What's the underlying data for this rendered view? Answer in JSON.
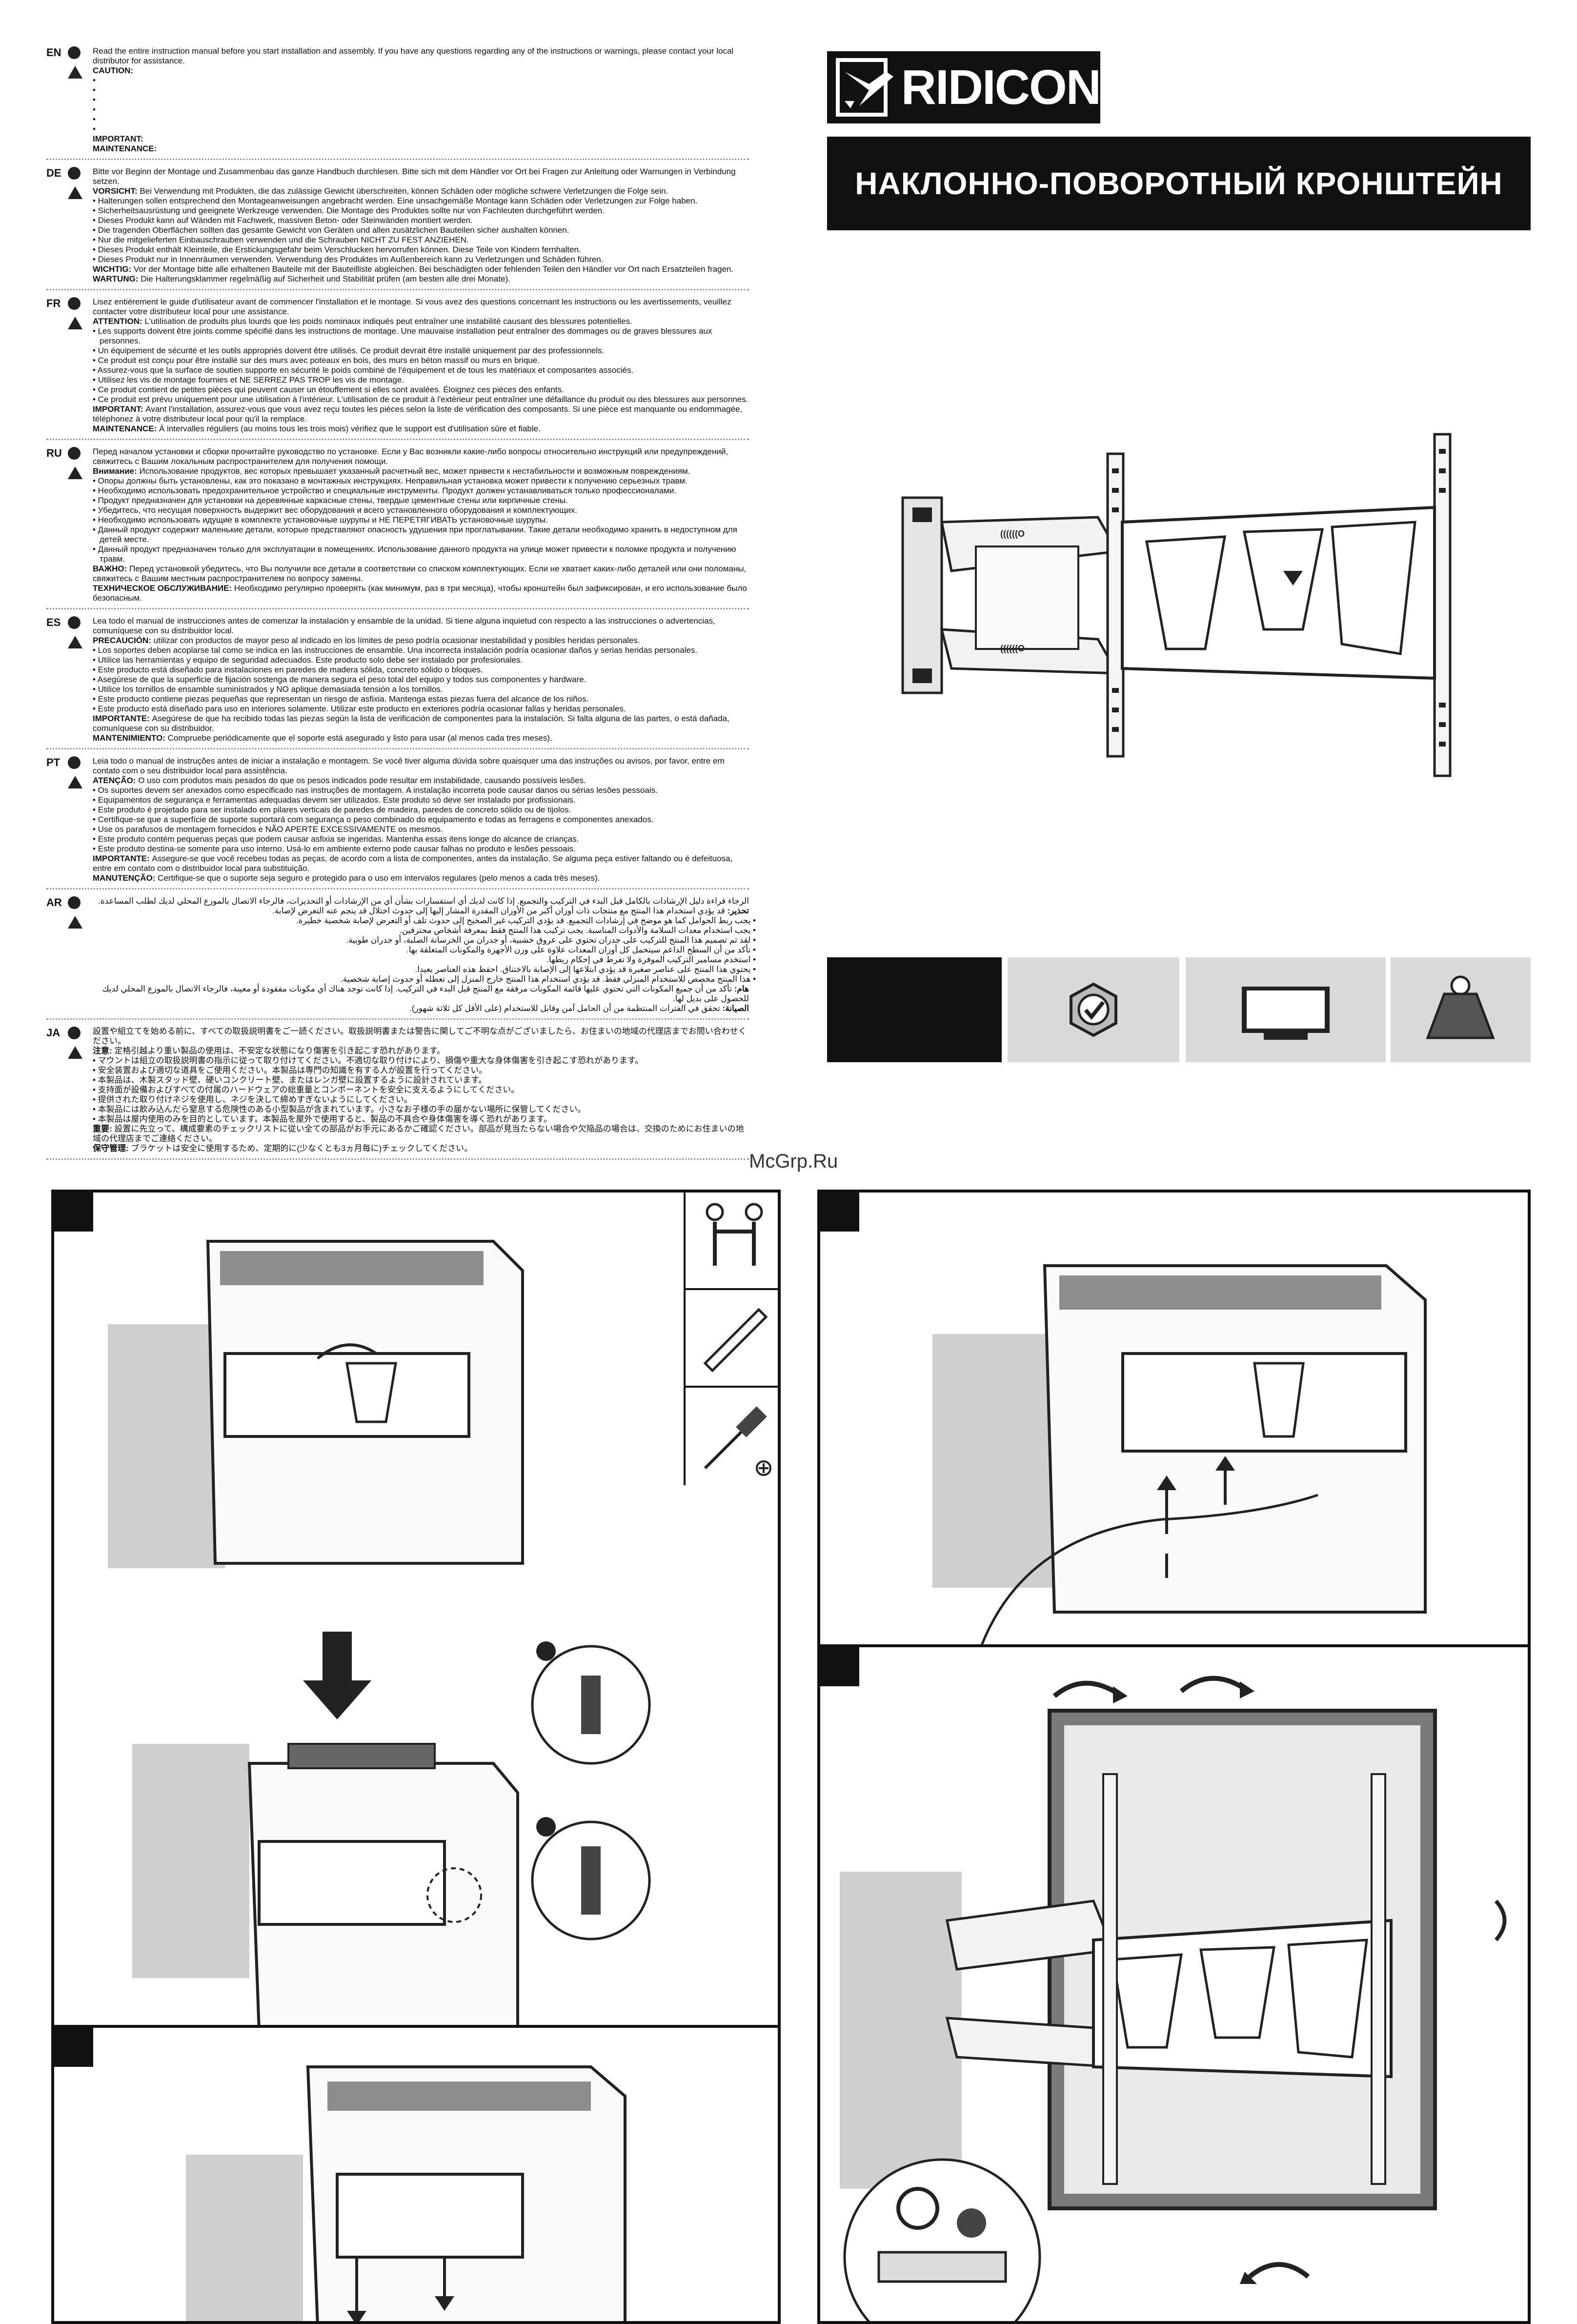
{
  "logo": {
    "text": "RIDICON"
  },
  "title": "НАКЛОННО-ПОВОРОТНЫЙ КРОНШТЕЙН",
  "watermark": "McGrp.Ru",
  "sections": [
    {
      "code": "EN",
      "paragraphs": [
        {
          "type": "p",
          "text": "Read the entire instruction manual before you start installation and assembly. If you have any questions regarding any of the instructions or warnings, please contact your local distributor for assistance."
        },
        {
          "type": "p",
          "label": "CAUTION:",
          "text": ""
        },
        {
          "type": "b",
          "text": "•"
        },
        {
          "type": "b",
          "text": "•"
        },
        {
          "type": "b",
          "text": "•"
        },
        {
          "type": "b",
          "text": "•"
        },
        {
          "type": "b",
          "text": "•"
        },
        {
          "type": "b",
          "text": "•"
        },
        {
          "type": "p",
          "label": "IMPORTANT:",
          "text": ""
        },
        {
          "type": "p",
          "label": "MAINTENANCE:",
          "text": ""
        }
      ]
    },
    {
      "code": "DE",
      "paragraphs": [
        {
          "type": "p",
          "text": "Bitte vor Beginn der Montage und Zusammenbau das ganze Handbuch durchlesen. Bitte sich mit dem Händler vor Ort bei Fragen zur Anleitung oder Warnungen in Verbindung setzen."
        },
        {
          "type": "p",
          "label": "VORSICHT:",
          "text": "Bei Verwendung mit Produkten, die das zulässige Gewicht überschreiten, können Schäden oder mögliche schwere Verletzungen die Folge sein."
        },
        {
          "type": "b",
          "text": "• Halterungen sollen entsprechend den Montageanweisungen angebracht werden. Eine unsachgemäße Montage kann Schäden oder Verletzungen zur Folge haben."
        },
        {
          "type": "b",
          "text": "• Sicherheitsausrüstung und geeignete Werkzeuge verwenden. Die Montage des Produktes sollte nur von Fachleuten durchgeführt werden."
        },
        {
          "type": "b",
          "text": "• Dieses Produkt kann auf Wänden mit Fachwerk, massiven Beton- oder Steinwänden montiert werden."
        },
        {
          "type": "b",
          "text": "• Die tragenden Oberflächen sollten das gesamte Gewicht von Geräten und allen zusätzlichen Bauteilen sicher aushalten können."
        },
        {
          "type": "b",
          "text": "• Nur die mitgelieferten Einbauschrauben verwenden und die Schrauben NICHT ZU FEST ANZIEHEN."
        },
        {
          "type": "b",
          "text": "• Dieses Produkt enthält Kleinteile, die Erstickungsgefahr beim Verschlucken hervorrufen können. Diese Teile von Kindern fernhalten."
        },
        {
          "type": "b",
          "text": "• Dieses Produkt nur in Innenräumen verwenden. Verwendung des Produktes im Außenbereich kann zu Verletzungen und Schäden führen."
        },
        {
          "type": "p",
          "label": "WICHTIG:",
          "text": "Vor der Montage bitte alle erhaltenen Bauteile mit der Bauteilliste abgleichen. Bei beschädigten oder fehlenden Teilen den Händler vor Ort nach Ersatzteilen fragen."
        },
        {
          "type": "p",
          "label": "WARTUNG:",
          "text": "Die Halterungsklammer regelmäßig auf Sicherheit und Stabilität prüfen (am besten alle drei Monate)."
        }
      ]
    },
    {
      "code": "FR",
      "paragraphs": [
        {
          "type": "p",
          "text": "Lisez entièrement le guide d'utilisateur avant de commencer l'installation et le montage. Si vous avez des questions concernant les instructions ou les avertissements, veuillez contacter votre distributeur local pour une assistance."
        },
        {
          "type": "p",
          "label": "ATTENTION:",
          "text": "L'utilisation de produits plus lourds que les poids nominaux indiqués peut entraîner une instabilité causant des blessures potentielles."
        },
        {
          "type": "b",
          "text": "• Les supports doivent être joints comme spécifié dans les instructions de montage. Une mauvaise installation peut entraîner des dommages ou de graves blessures aux personnes."
        },
        {
          "type": "b",
          "text": "• Un équipement de sécurité et les outils appropriés doivent être utilisés. Ce produit devrait être installé uniquement par des professionnels."
        },
        {
          "type": "b",
          "text": "• Ce produit est conçu pour être installé sur des murs avec poteaux en bois, des murs en béton massif ou murs en brique."
        },
        {
          "type": "b",
          "text": "• Assurez-vous que la surface de soutien supporte en sécurité le poids combiné de l'équipement et de tous les matériaux et composantes associés."
        },
        {
          "type": "b",
          "text": "• Utilisez les vis de montage fournies et NE SERREZ PAS TROP les vis de montage."
        },
        {
          "type": "b",
          "text": "• Ce produit contient de petites pièces qui peuvent causer un étouffement si elles sont avalées. Éloignez ces pièces des enfants."
        },
        {
          "type": "b",
          "text": "• Ce produit est prévu uniquement pour une utilisation à l'intérieur. L'utilisation de ce produit à l'extérieur peut entraîner une défaillance du produit ou des blessures aux personnes."
        },
        {
          "type": "p",
          "label": "IMPORTANT:",
          "text": "Avant l'installation, assurez-vous que vous avez reçu toutes les pièces selon la liste de vérification des composants. Si une pièce est manquante ou endommagée, téléphonez à votre distributeur local pour qu'il la remplace."
        },
        {
          "type": "p",
          "label": "MAINTENANCE:",
          "text": "À intervalles réguliers (au moins tous les trois mois) vérifiez que le support est d'utilisation sûre et fiable."
        }
      ]
    },
    {
      "code": "RU",
      "paragraphs": [
        {
          "type": "p",
          "text": "Перед началом установки и сборки прочитайте руководство по установке. Если у Вас возникли какие-либо вопросы относительно инструкций или предупреждений, свяжитесь с Вашим локальным распространителем для получения помощи."
        },
        {
          "type": "p",
          "label": "Внимание:",
          "text": "Использование продуктов, вес которых превышает указанный расчетный вес, может привести к нестабильности и возможным повреждениям."
        },
        {
          "type": "b",
          "text": "• Опоры должны быть установлены, как это показано в монтажных инструкциях. Неправильная установка может привести к получению серьезных травм."
        },
        {
          "type": "b",
          "text": "• Необходимо использовать предохранительное устройство и специальные инструменты. Продукт должен устанавливаться только профессионалами."
        },
        {
          "type": "b",
          "text": "• Продукт предназначен для установки на деревянные каркасные стены, твердые цементные стены или кирпичные стены."
        },
        {
          "type": "b",
          "text": "• Убедитесь, что несущая поверхность выдержит вес оборудования и всего установленного оборудования и комплектующих."
        },
        {
          "type": "b",
          "text": "• Необходимо использовать идущие в комплекте установочные шурупы и НЕ ПЕРЕТЯГИВАТЬ установочные шурупы."
        },
        {
          "type": "b",
          "text": "• Данный продукт содержит маленькие детали, которые представляют опасность удушения при проглатывании. Такие детали необходимо хранить в недоступном для детей месте."
        },
        {
          "type": "b",
          "text": "• Данный продукт предназначен только для эксплуатации в помещениях. Использование данного продукта на улице может привести к поломке продукта и получению травм."
        },
        {
          "type": "p",
          "label": "ВАЖНО:",
          "text": "Перед установкой убедитесь, что Вы получили все детали в соответствии со списком комплектующих. Если не хватает каких-либо деталей или они поломаны, свяжитесь с Вашим местным распространителем по вопросу замены."
        },
        {
          "type": "p",
          "label": "ТЕХНИЧЕСКОЕ ОБСЛУЖИВАНИЕ:",
          "text": "Необходимо регулярно проверять (как минимум, раз в три месяца), чтобы кронштейн был зафиксирован, и его использование было безопасным."
        }
      ]
    },
    {
      "code": "ES",
      "paragraphs": [
        {
          "type": "p",
          "text": "Lea todo el manual de instrucciones antes de comenzar la instalación y ensamble de la unidad. Si tiene alguna inquietud con respecto a las instrucciones o advertencias, comuníquese con su distribuidor local."
        },
        {
          "type": "p",
          "label": "PRECAUCIÓN:",
          "text": "utilizar con productos de mayor peso al indicado en los límites de peso podría ocasionar inestabilidad y posibles heridas personales."
        },
        {
          "type": "b",
          "text": "• Los soportes deben acoplarse tal como se indica en las instrucciones de ensamble. Una incorrecta instalación podría ocasionar daños y serias heridas personales."
        },
        {
          "type": "b",
          "text": "• Utilice las herramientas y equipo de seguridad adecuados. Este producto solo debe ser instalado por profesionales."
        },
        {
          "type": "b",
          "text": "• Este producto está diseñado para instalaciones en paredes de madera sólida, concreto sólido o bloques."
        },
        {
          "type": "b",
          "text": "• Asegúrese de que la superficie de fijación sostenga de manera segura el peso total del equipo y todos sus componentes y hardware."
        },
        {
          "type": "b",
          "text": "• Utilice los tornillos de ensamble suministrados y NO aplique demasiada tensión a los tornillos."
        },
        {
          "type": "b",
          "text": "• Este producto contiene piezas pequeñas que representan un riesgo de asfixia. Mantenga estas piezas fuera del alcance de los niños."
        },
        {
          "type": "b",
          "text": "• Este producto está diseñado para uso en interiores solamente. Utilizar este producto en exteriores podría ocasionar fallas y heridas personales."
        },
        {
          "type": "p",
          "label": "IMPORTANTE:",
          "text": "Asegúrese de que ha recibido todas las piezas según la lista de verificación de componentes para la instalación. Si falta alguna de las partes, o está dañada, comuníquese con su distribuidor."
        },
        {
          "type": "p",
          "label": "MANTENIMIENTO:",
          "text": "Compruebe periódicamente que el soporte está asegurado y listo para usar (al menos cada tres meses)."
        }
      ]
    },
    {
      "code": "PT",
      "paragraphs": [
        {
          "type": "p",
          "text": "Leia todo o manual de instruções antes de iniciar a instalação e montagem. Se você tiver alguma dúvida sobre quaisquer uma das instruções ou avisos, por favor, entre em contato com o seu distribuidor local para assistência."
        },
        {
          "type": "p",
          "label": "ATENÇÃO:",
          "text": "O uso com produtos mais pesados do que os pesos indicados pode resultar em instabilidade, causando possíveis lesões."
        },
        {
          "type": "b",
          "text": "• Os suportes devem ser anexados como especificado nas instruções de montagem. A instalação incorreta pode causar danos ou sérias lesões pessoais."
        },
        {
          "type": "b",
          "text": "• Equipamentos de segurança e ferramentas adequadas devem ser utilizados. Este produto só deve ser instalado por profissionais."
        },
        {
          "type": "b",
          "text": "• Este produto é projetado para ser instalado em pilares verticais de paredes de madeira, paredes de concreto sólido ou de tijolos."
        },
        {
          "type": "b",
          "text": "• Certifique-se que a superfície de suporte suportará com segurança o peso combinado do equipamento e todas as ferragens e componentes anexados."
        },
        {
          "type": "b",
          "text": "• Use os parafusos de montagem fornecidos e NÃO APERTE EXCESSIVAMENTE os mesmos."
        },
        {
          "type": "b",
          "text": "• Este produto contém pequenas peças que podem causar asfixia se ingeridas. Mantenha essas itens longe do alcance de crianças."
        },
        {
          "type": "b",
          "text": "• Este produto destina-se somente para uso interno. Usá-lo em ambiente externo pode causar falhas no produto e lesões pessoais."
        },
        {
          "type": "p",
          "label": "IMPORTANTE:",
          "text": "Assegure-se que você recebeu todas as peças, de acordo com a lista de componentes, antes da instalação. Se alguma peça estiver faltando ou é defeituosa, entre em contato com o distribuidor local para substituição."
        },
        {
          "type": "p",
          "label": "MANUTENÇÃO:",
          "text": "Certifique-se que o suporte seja seguro e protegido para o uso em intervalos regulares (pelo menos a cada três meses)."
        }
      ]
    },
    {
      "code": "AR",
      "paragraphs": [
        {
          "type": "p",
          "text": "الرجاء قراءة دليل الإرشادات بالكامل قبل البدء في التركيب والتجميع. إذا كانت لديك أي استفسارات بشأن أي من الإرشادات أو التحذيرات، فالرجاء الاتصال بالموزع المحلي لديك لطلب المساعدة."
        },
        {
          "type": "p",
          "label": "تحذير:",
          "text": "قد يؤدي استخدام هذا المنتج مع منتجات ذات أوزان أكبر من الأوزان المقدرة المشار إليها إلى حدوث اختلال قد ينجم عنه التعرض لإصابة."
        },
        {
          "type": "b",
          "text": "• يجب ربط الحوامل كما هو موضح في إرشادات التجميع. قد يؤدي التركيب غير الصحيح إلى حدوث تلف أو التعرض لإصابة شخصية خطيرة."
        },
        {
          "type": "b",
          "text": "• يجب استخدام معدات السلامة والأدوات المناسبة. يجب تركيب هذا المنتج فقط بمعرفة أشخاص محترفين."
        },
        {
          "type": "b",
          "text": "• لقد تم تصميم هذا المنتج للتركيب على جدران تحتوي على عروق خشبية، أو جدران من الخرسانة الصلبة، أو جدران طوبية."
        },
        {
          "type": "b",
          "text": "• تأكد من أن السطح الداعم سيتحمل كل أوزان المعدات علاوة على وزن الأجهزة والمكونات المتعلقة بها."
        },
        {
          "type": "b",
          "text": "• استخدم مسامير التركيب الموفرة ولا تفرط في إحكام ربطها."
        },
        {
          "type": "b",
          "text": "• يحتوي هذا المنتج على عناصر صغيرة قد يؤدي ابتلاعها إلى الإصابة بالاختناق. احفظ هذه العناصر بعيدا."
        },
        {
          "type": "b",
          "text": "• هذا المنتج مخصص للاستخدام المنزلي فقط. قد يؤدي استخدام هذا المنتج خارج المنزل إلى تعطله أو حدوث إصابة شخصية."
        },
        {
          "type": "p",
          "label": "هام:",
          "text": "تأكد من أن جميع المكونات التي تحتوي عليها قائمة المكونات مرفقة مع المنتج قبل البدء في التركيب. إذا كانت توجد هناك أي مكونات مفقودة أو معيبة، فالرجاء الاتصال بالموزع المحلي لديك للحصول على بديل لها."
        },
        {
          "type": "p",
          "label": "الصيانة:",
          "text": "تحقق في الفترات المنتظمة من أن الحامل آمن وقابل للاستخدام (على الأقل كل ثلاثة شهور)."
        }
      ]
    },
    {
      "code": "JA",
      "paragraphs": [
        {
          "type": "p",
          "text": "設置や組立てを始める前に、すべての取扱説明書をご一読ください。取扱説明書または警告に関してご不明な点がございましたら、お住まいの地域の代理店までお問い合わせください。"
        },
        {
          "type": "p",
          "label": "注意:",
          "text": "定格引越より重い製品の使用は、不安定な状態になり傷害を引き起こす恐れがあります。"
        },
        {
          "type": "b",
          "text": "• マウントは組立の取扱説明書の指示に従って取り付けてください。不適切な取り付けにより、損傷や重大な身体傷害を引き起こす恐れがあります。"
        },
        {
          "type": "b",
          "text": "• 安全装置および適切な道具をご使用ください。本製品は専門の知識を有する人が設置を行ってください。"
        },
        {
          "type": "b",
          "text": "• 本製品は、木製スタッド壁、硬いコンクリート壁、またはレンガ壁に設置するように設計されています。"
        },
        {
          "type": "b",
          "text": "• 支持面が設備およびすべての付属のハードウェアの総重量とコンポーネントを安全に支えるようにしてください。"
        },
        {
          "type": "b",
          "text": "• 提供された取り付けネジを使用し、ネジを決して締めすぎないようにしてください。"
        },
        {
          "type": "b",
          "text": "• 本製品には飲み込んだら窒息する危険性のある小型製品が含まれています。小さなお子様の手の届かない場所に保管してください。"
        },
        {
          "type": "b",
          "text": "• 本製品は屋内使用のみを目的としています。本製品を屋外で使用すると、製品の不具合や身体傷害を導く恐れがあります。"
        },
        {
          "type": "p",
          "label": "重要:",
          "text": "設置に先立って、構成要素のチェックリストに従い全ての部品がお手元にあるかご確認ください。部品が見当たらない場合や欠陥品の場合は、交換のためにお住まいの地域の代理店までご連絡ください。"
        },
        {
          "type": "p",
          "label": "保守管理:",
          "text": "ブラケットは安全に使用するため、定期的に(少なくとも3ヵ月毎に)チェックしてください。"
        }
      ]
    }
  ]
}
